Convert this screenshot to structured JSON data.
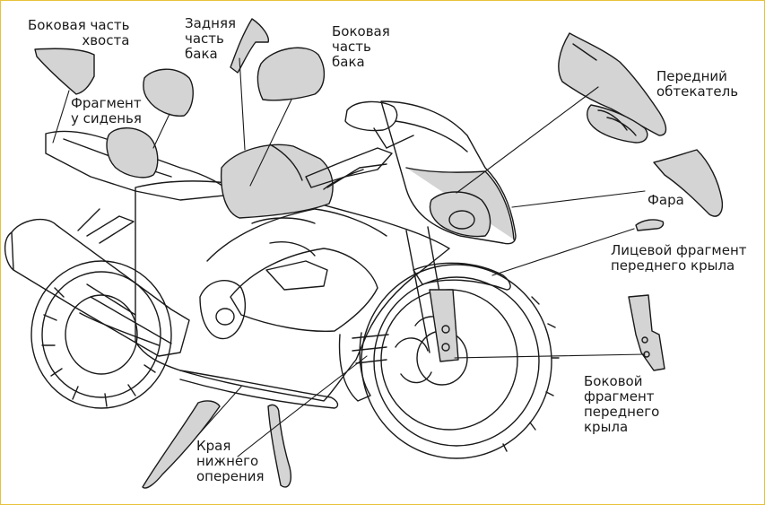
{
  "colors": {
    "frame_border": "#e8c23a",
    "part_fill": "#d4d4d4",
    "line": "#1a1a1a"
  },
  "labels": {
    "tail_side": {
      "line1": "Боковая часть",
      "line2": "хвоста"
    },
    "seat_fragment": {
      "line1": "Фрагмент",
      "line2": "у сиденья"
    },
    "tank_rear": {
      "line1": "Задняя",
      "line2": "часть",
      "line3": "бака"
    },
    "tank_side": {
      "line1": "Боковая",
      "line2": "часть",
      "line3": "бака"
    },
    "front_fairing": {
      "line1": "Передний",
      "line2": "обтекатель"
    },
    "headlight": {
      "line1": "Фара"
    },
    "front_fender_face": {
      "line1": "Лицевой фрагмент",
      "line2": "переднего крыла"
    },
    "front_fender_side": {
      "line1": "Боковой",
      "line2": "фрагмент",
      "line3": "переднего",
      "line4": "крыла"
    },
    "lower_fin_edges": {
      "line1": "Края",
      "line2": "нижнего",
      "line3": "оперения"
    }
  }
}
